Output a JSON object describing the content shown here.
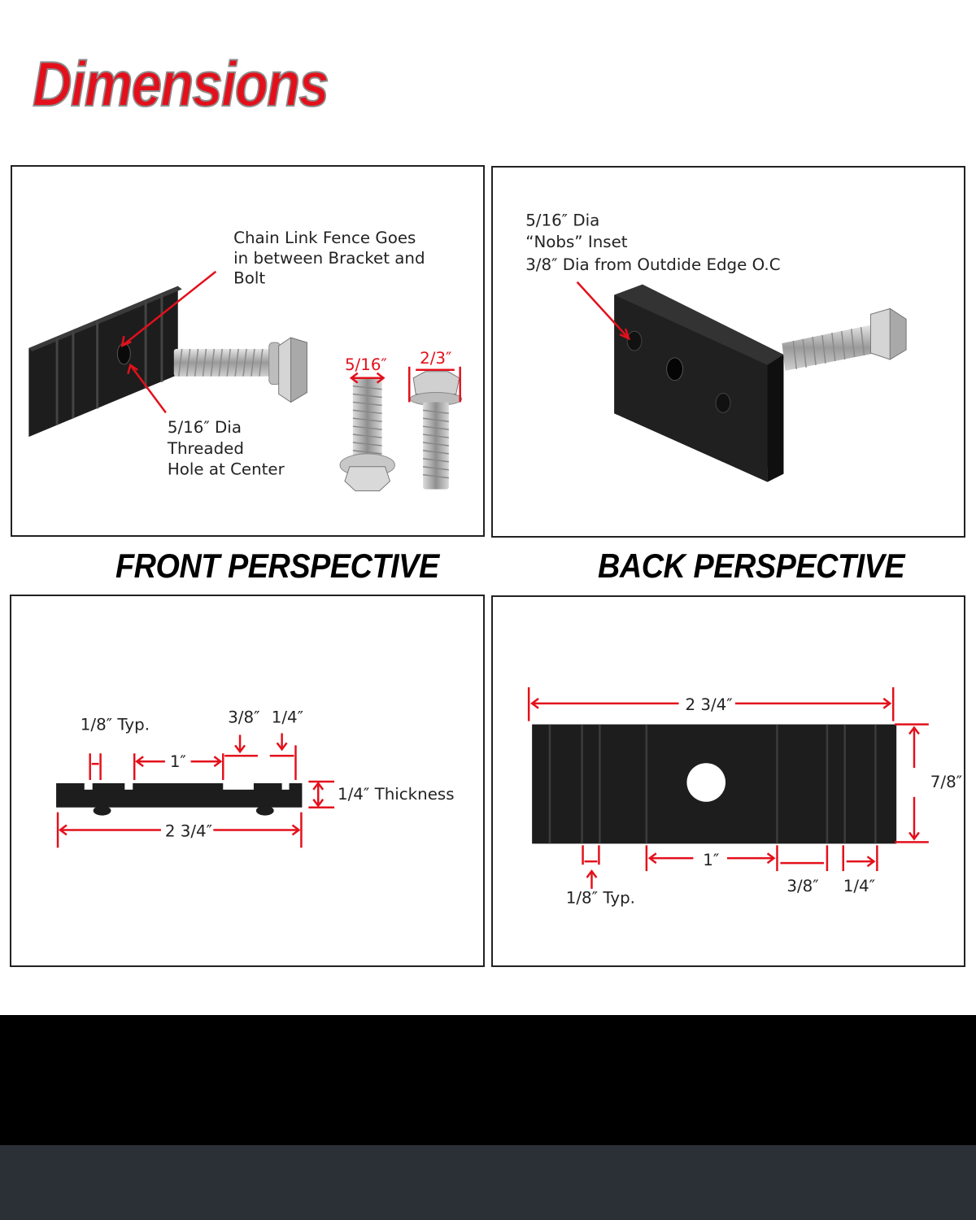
{
  "title": "Dimensions",
  "headings": {
    "front": "FRONT PERSPECTIVE",
    "back": "BACK PERSPECTIVE"
  },
  "panel_front_iso": {
    "note_fence": [
      "Chain Link Fence Goes",
      "in between Bracket and",
      "Bolt"
    ],
    "note_hole": [
      "5/16″ Dia",
      "Threaded",
      "Hole at Center"
    ],
    "bolt_dia": "5/16″",
    "bolt_head": "2/3″"
  },
  "panel_back_iso": {
    "note_nobs": [
      "5/16″ Dia",
      "“Nobs” Inset",
      "3/8″ Dia from Outdide Edge O.C"
    ]
  },
  "panel_side": {
    "typ": "1/8″ Typ.",
    "d38": "3/8″",
    "d14": "1/4″",
    "one": "1″",
    "thickness": "1/4″ Thickness",
    "length": "2 3/4″"
  },
  "panel_top": {
    "length": "2 3/4″",
    "height": "7/8″",
    "one": "1″",
    "d38": "3/8″",
    "d14": "1/4″",
    "typ": "1/8″ Typ."
  },
  "colors": {
    "accent": "#e3101b",
    "part": "#1c1c1c",
    "footer": "#000000",
    "footer_bar": "#2b2f36"
  }
}
